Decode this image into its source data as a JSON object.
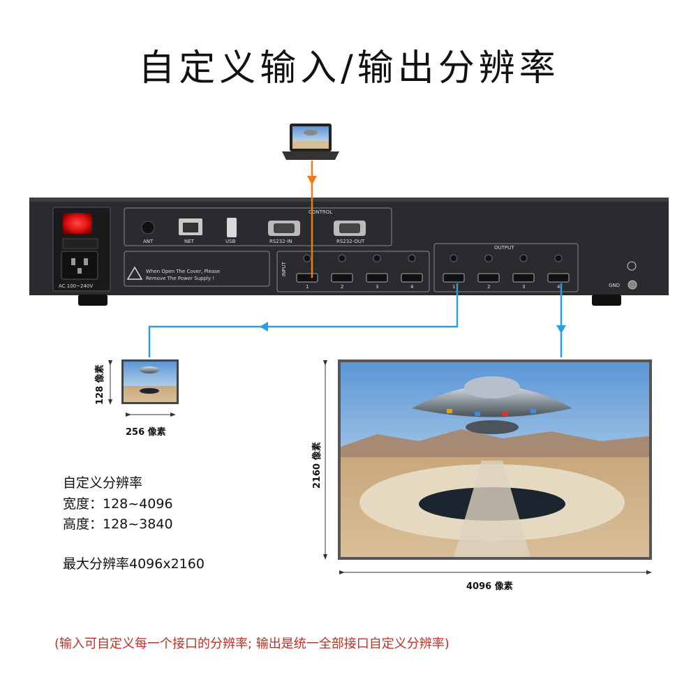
{
  "title": "自定义输入/输出分辨率",
  "device": {
    "labels": {
      "ac": "AC 100~240V",
      "ant": "ANT",
      "net": "NET",
      "usb": "USB",
      "rs232_in": "RS232-IN",
      "rs232_out": "RS232-OUT",
      "control": "CONTROL",
      "input": "INPUT",
      "output": "OUTPUT",
      "gnd": "GND",
      "warning_line1": "When Open The Cover, Please",
      "warning_line2": "Remove The Power Supply !",
      "port_numbers": [
        "1",
        "2",
        "3",
        "4"
      ]
    }
  },
  "small_screen": {
    "height_label": "128 像素",
    "width_label": "256 像素"
  },
  "big_screen": {
    "height_label": "2160 像素",
    "width_label": "4096 像素"
  },
  "info": {
    "heading": "自定义分辨率",
    "width": "宽度：128~4096",
    "height": "高度：128~3840",
    "max": "最大分辨率4096x2160"
  },
  "footnote": "(输入可自定义每一个接口的分辨率; 输出是统一全部接口自定义分辨率)",
  "colors": {
    "input_arrow": "#f07a1a",
    "output_arrow": "#2a9fe0",
    "footnote": "#b3342b",
    "device_body": "#2a2b2e"
  }
}
